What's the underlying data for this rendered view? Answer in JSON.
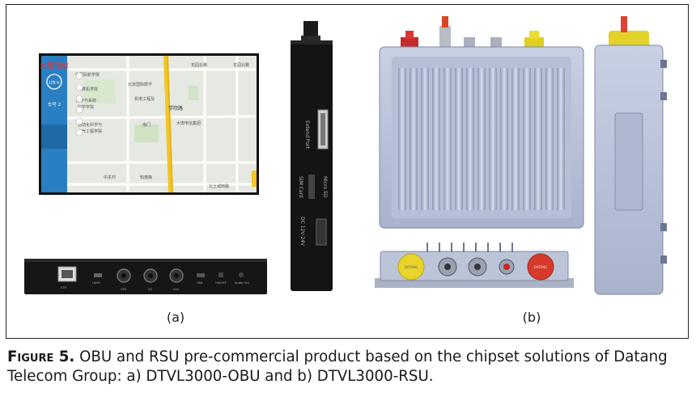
{
  "figure": {
    "panel_a_label": "(a)",
    "panel_b_label": "(b)",
    "obu": {
      "screen_text": [
        "大唐电信",
        "LTE-V",
        "车号 2",
        "中国民航学院",
        "北京国际数字",
        "计算机学院",
        "教学与系统",
        "科学学院",
        "机电工程及",
        "自动化学院",
        "自动化科学与",
        "电气工程学院",
        "南门",
        "东门",
        "大唐电信集团",
        "北土城西路",
        "学院路",
        "花园北路",
        "中关村",
        "知春路"
      ],
      "side_labels": [
        "Extend Port",
        "SIM Card",
        "Micro SD",
        "DC 12V-24V"
      ],
      "front_labels": [
        "ETH",
        "HDMI",
        "GPS",
        "4G",
        "V2X",
        "USB",
        "ON/OFF",
        "Audio Out"
      ]
    },
    "rsu": {
      "cap_text": "DATANG"
    }
  },
  "caption": {
    "lead": "Figure 5.",
    "text": " OBU and RSU pre-commercial product based on the chipset solutions of Datang Telecom Group: a) DTVL3000-OBU and b) DTVL3000-RSU."
  }
}
